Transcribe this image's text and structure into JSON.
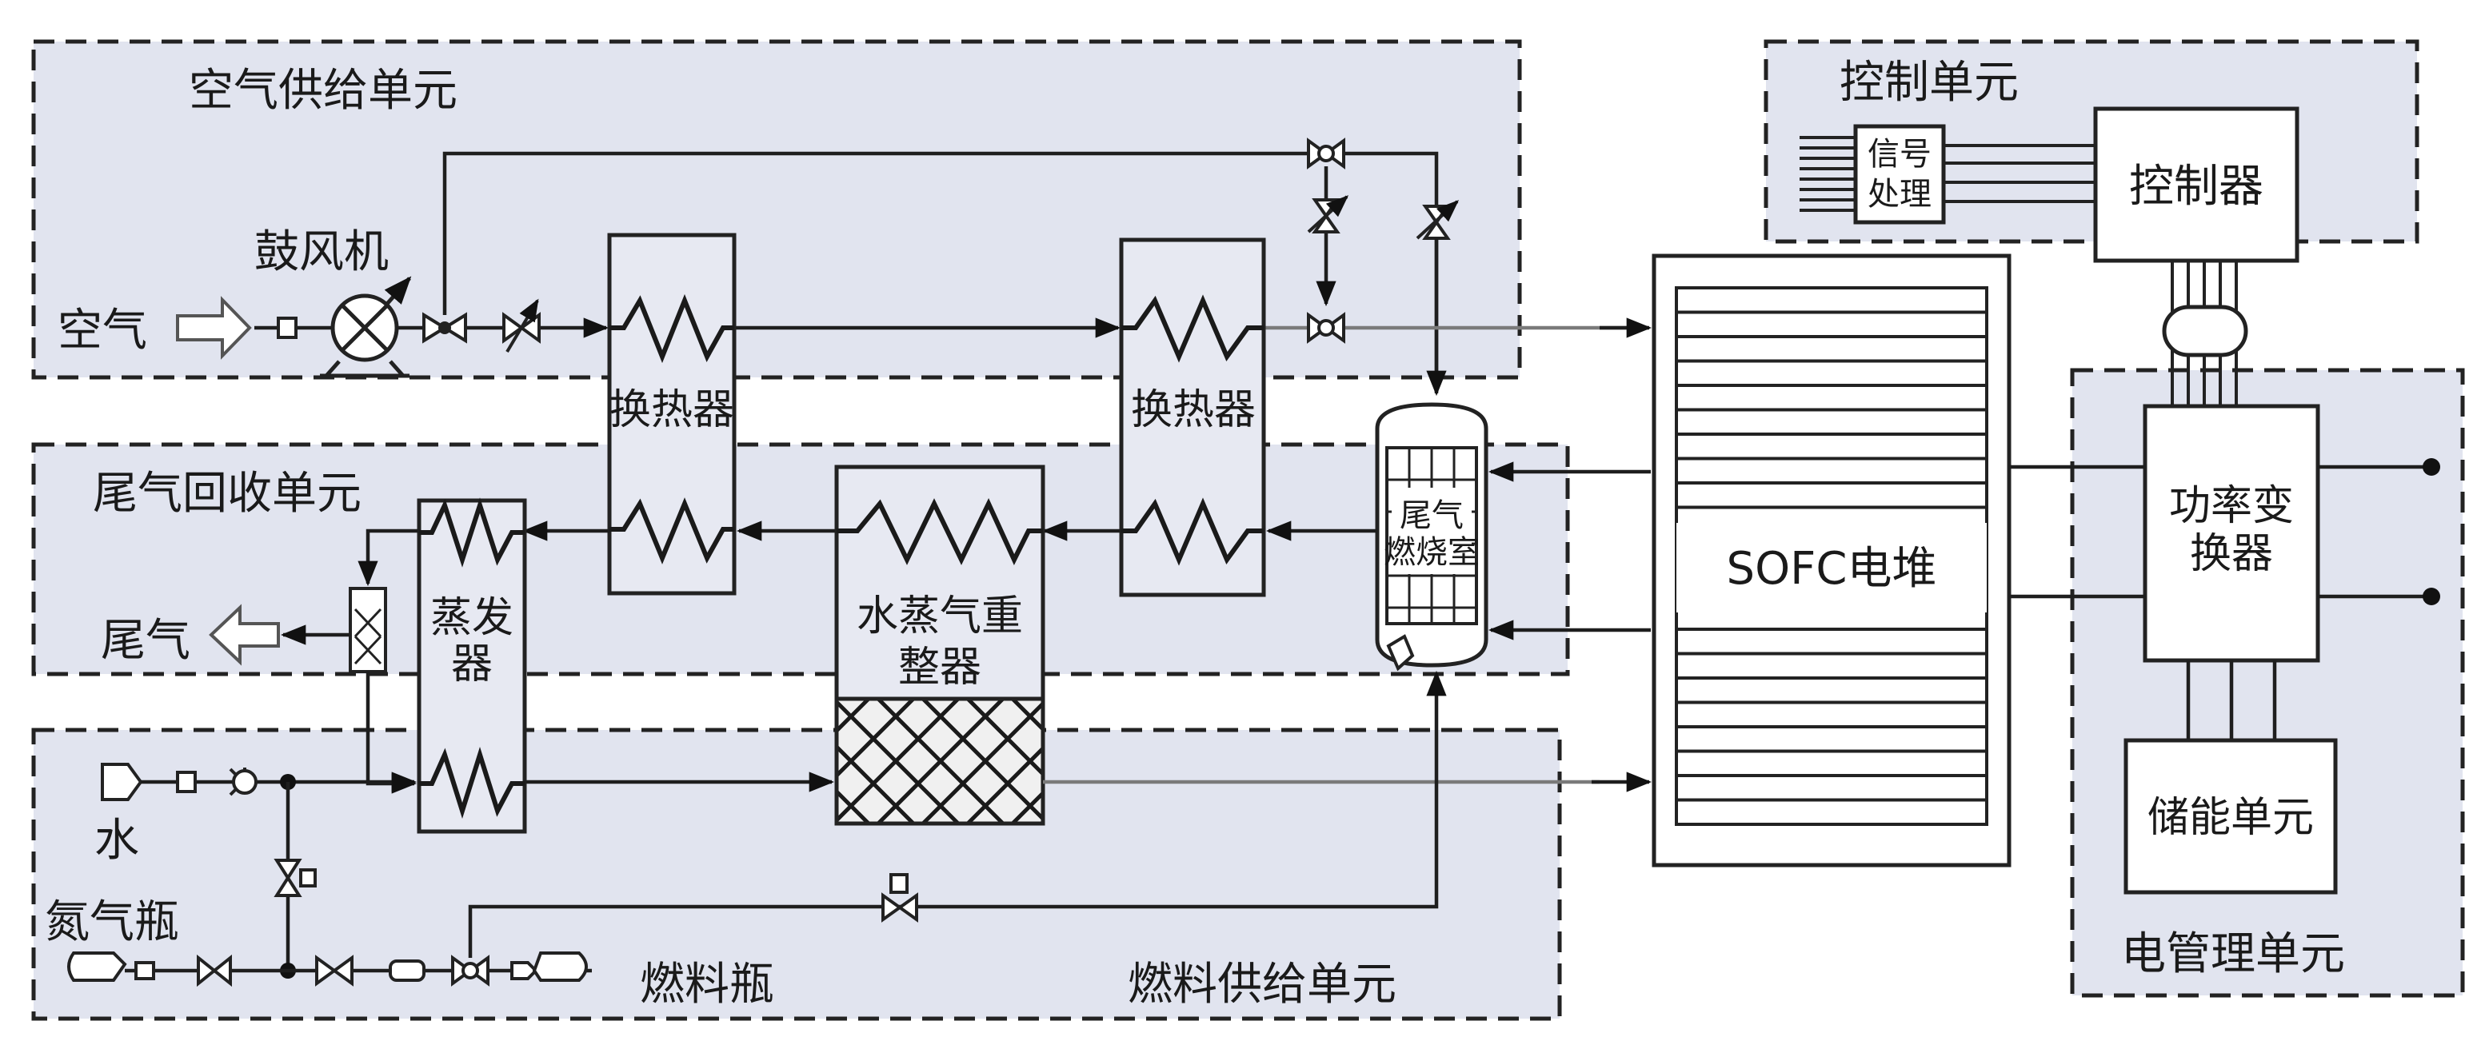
{
  "units": {
    "air_supply": "空气供给单元",
    "exhaust_recovery": "尾气回收单元",
    "fuel_supply": "燃料供给单元",
    "control": "控制单元",
    "power_management": "电管理单元"
  },
  "components": {
    "blower": "鼓风机",
    "air": "空气",
    "heat_exchanger_1": "换热器",
    "heat_exchanger_2": "换热器",
    "tail_gas_combustor_line1": "尾气",
    "tail_gas_combustor_line2": "燃烧室",
    "exhaust": "尾气",
    "evaporator_line1": "蒸发",
    "evaporator_line2": "器",
    "steam_reformer_line1": "水蒸气重",
    "steam_reformer_line2": "整器",
    "water": "水",
    "nitrogen_bottle": "氮气瓶",
    "fuel_bottle": "燃料瓶",
    "signal_processing_line1": "信号",
    "signal_processing_line2": "处理",
    "controller": "控制器",
    "sofc_stack": "SOFC电堆",
    "power_converter_line1": "功率变",
    "power_converter_line2": "换器",
    "energy_storage": "储能单元"
  },
  "colors": {
    "unit_fill": "#e1e4ef",
    "line": "#1e1e1e",
    "grey_line": "#7a7a7a"
  }
}
